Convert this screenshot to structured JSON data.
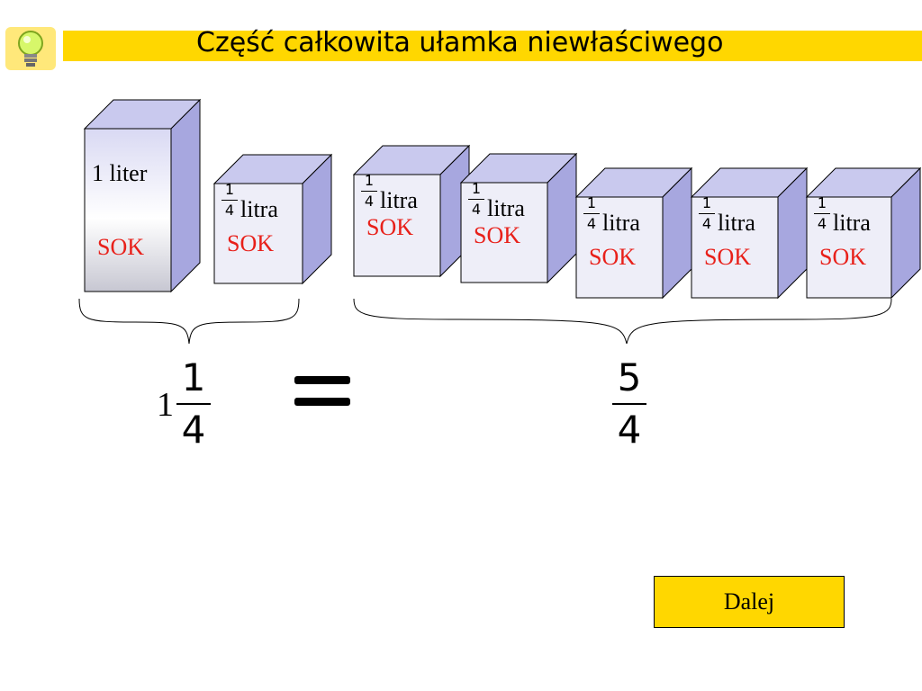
{
  "title": "Część całkowita ułamka niewłaściwego",
  "boxes": {
    "big": {
      "label": "1 liter",
      "sok": "SOK"
    },
    "quarter": {
      "num": "1",
      "den": "4",
      "unit": "litra",
      "sok": "SOK"
    }
  },
  "left_value": {
    "whole": "1",
    "num": "1",
    "den": "4"
  },
  "equals": "=",
  "right_value": {
    "num": "5",
    "den": "4"
  },
  "next_button": "Dalej",
  "colors": {
    "accent": "#ffd700",
    "box_front": "#e8e8f6",
    "box_side": "#a7a7df",
    "sok": "#e8201a"
  }
}
